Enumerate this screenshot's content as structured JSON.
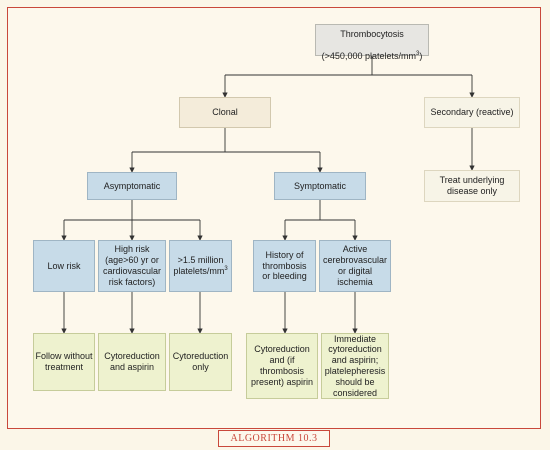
{
  "nodes": {
    "root": {
      "line1": "Thrombocytosis",
      "line2": "(>450,000 platelets/mm",
      "sup": "3",
      "line2_end": ")"
    },
    "clonal": "Clonal",
    "secondary": "Secondary (reactive)",
    "treat_underlying": "Treat underlying\ndisease only",
    "asymptomatic": "Asymptomatic",
    "symptomatic": "Symptomatic",
    "low_risk": "Low risk",
    "high_risk": "High risk\n(age>60 yr or\ncardiovascular\nrisk factors)",
    "high_platelets": {
      "text": ">1.5 million\nplatelets/mm",
      "sup": "3"
    },
    "history_thrombosis": "History of\nthrombosis\nor bleeding",
    "active_ischemia": "Active\ncerebrovascular\nor digital ischemia",
    "follow": "Follow without\ntreatment",
    "cyto_aspirin": "Cytoreduction\nand aspirin",
    "cyto_only": "Cytoreduction\nonly",
    "cyto_if_thrombosis": "Cytoreduction\nand (if thrombosis\npresent) aspirin",
    "immediate": "Immediate\ncytoreduction\nand aspirin;\nplatelepheresis\nshould be\nconsidered"
  },
  "caption": "ALGORITHM 10.3",
  "colors": {
    "frame": "#c9483b",
    "blue": "#c7dbe8",
    "green": "#eef2cf",
    "beige": "#f4ecda"
  }
}
